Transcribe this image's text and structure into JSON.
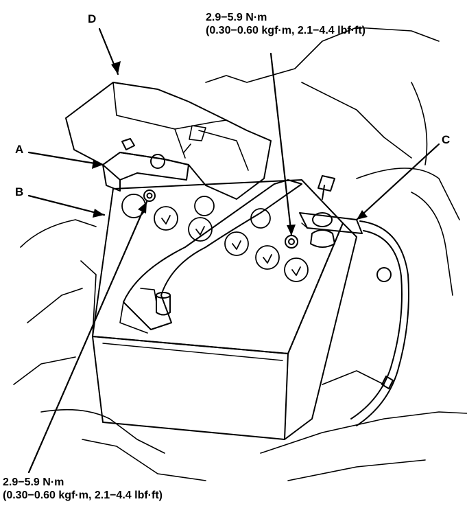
{
  "labels": {
    "a": "A",
    "b": "B",
    "c": "C",
    "d": "D"
  },
  "torque_top": {
    "line1": "2.9−5.9 N·m",
    "line2": "(0.30−0.60 kgf·m, 2.1−4.4 lbf·ft)"
  },
  "torque_bottom": {
    "line1": "2.9−5.9 N·m",
    "line2": "(0.30−0.60 kgf·m, 2.1−4.4 lbf·ft)"
  }
}
